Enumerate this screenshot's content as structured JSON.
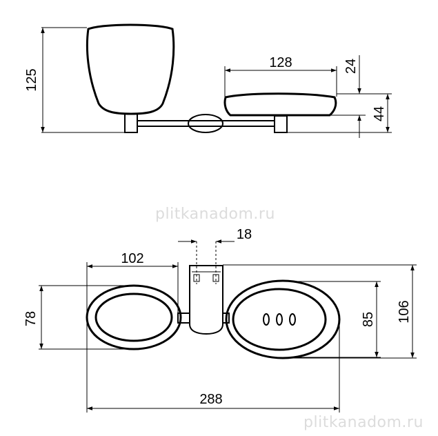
{
  "side_view": {
    "dims": {
      "height_total": "125",
      "dish_width": "128",
      "dish_depth": "24",
      "dish_base_height": "44"
    }
  },
  "top_view": {
    "dims": {
      "bracket_width": "18",
      "cup_width": "102",
      "cup_depth": "78",
      "dish_inner_depth": "85",
      "dish_outer_depth": "106",
      "total_width": "288"
    }
  },
  "watermark": {
    "text": "plitkanadom.ru"
  }
}
